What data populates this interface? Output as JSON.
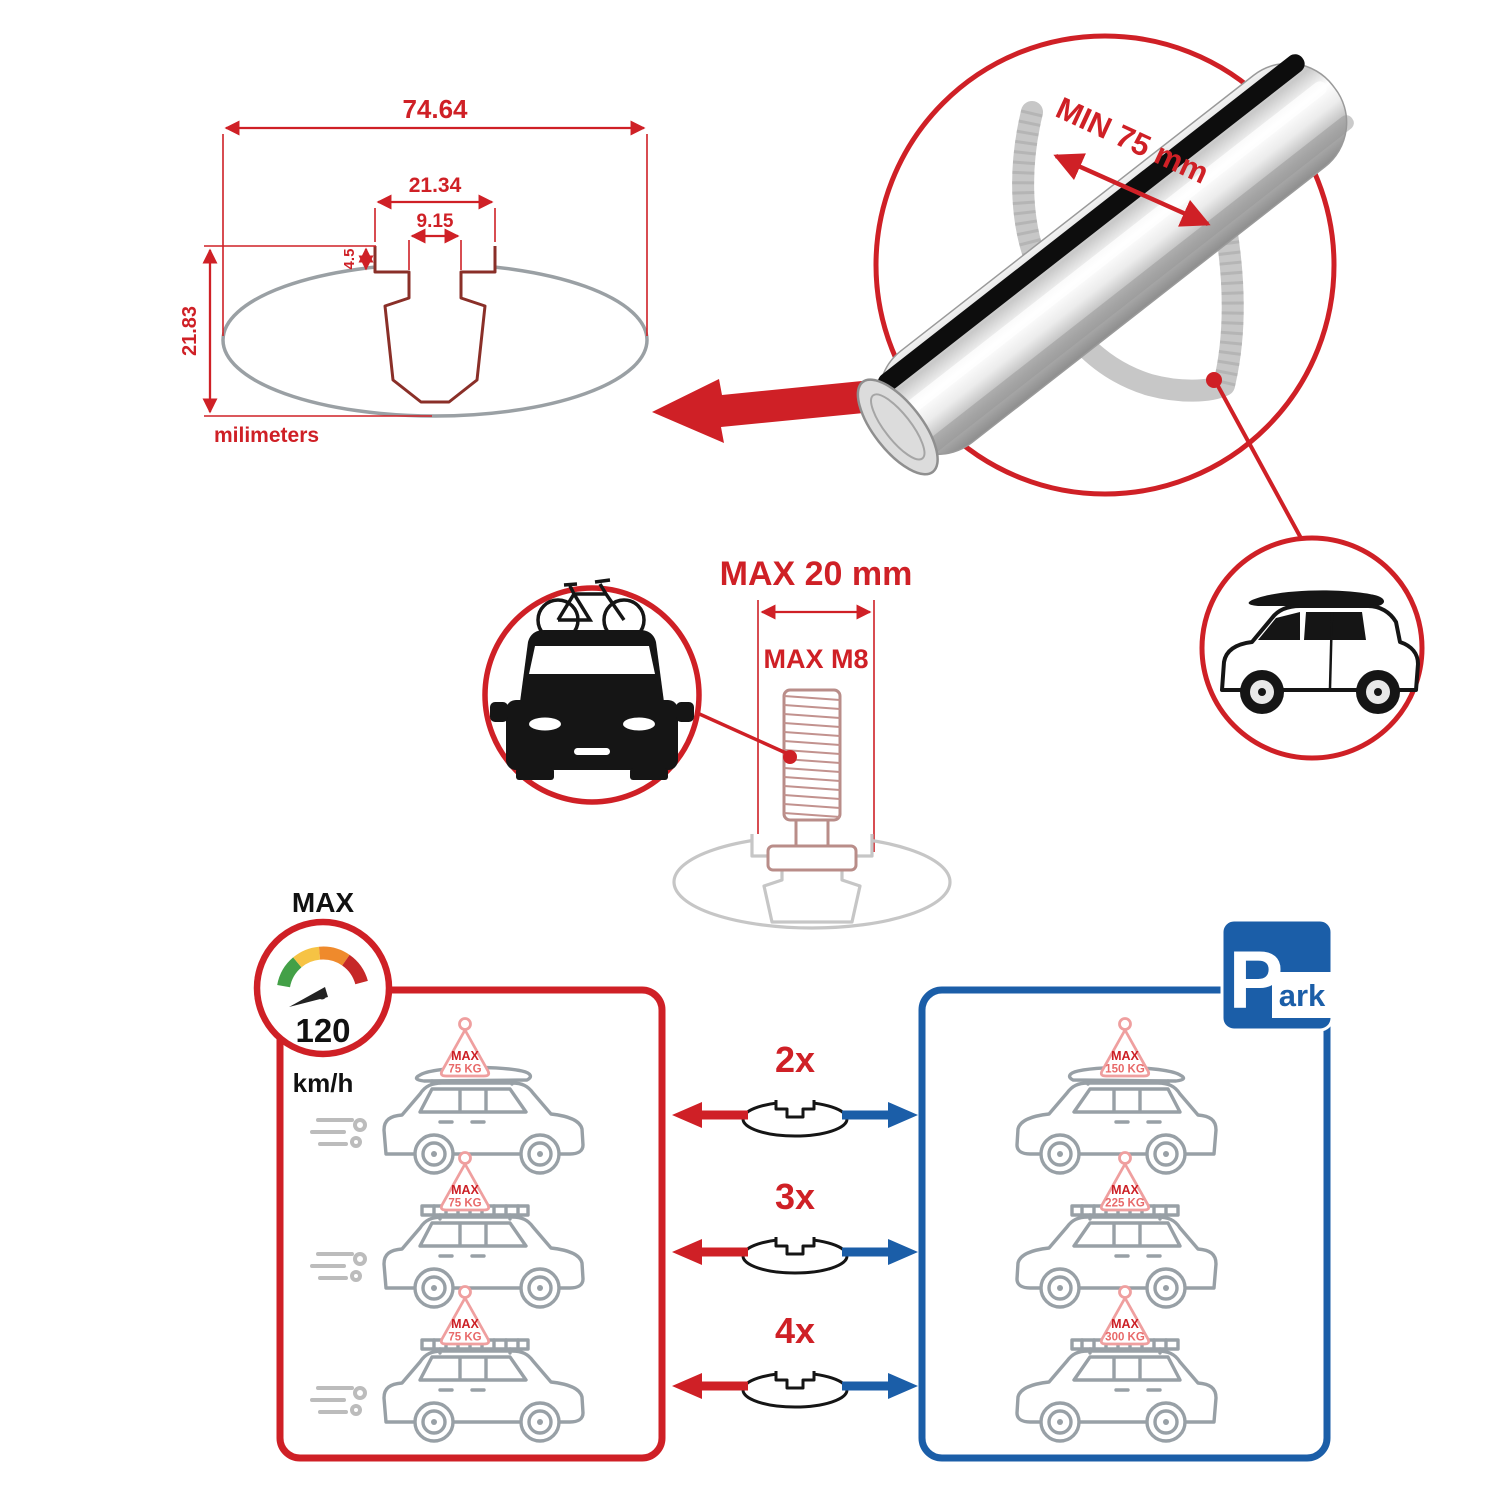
{
  "colors": {
    "red": "#cf2026",
    "blue": "#1b5ea8",
    "gray": "#98a0a6",
    "black": "#151515"
  },
  "dims": {
    "total_width": "74.64",
    "slot_outer": "21.34",
    "slot_inner": "9.15",
    "lip_depth": "4.5",
    "total_height": "21.83",
    "units": "milimeters"
  },
  "bar": {
    "min_span": "MIN 75 mm"
  },
  "bolt": {
    "max_width": "MAX 20 mm",
    "max_thread": "MAX M8"
  },
  "speed": {
    "label": "MAX",
    "value": "120",
    "units": "km/h"
  },
  "park": {
    "p": "P",
    "ark": "ark"
  },
  "rows": [
    {
      "qty": "2x",
      "drive_max": "MAX",
      "drive_kg": "75 KG",
      "park_max": "MAX",
      "park_kg": "150 KG"
    },
    {
      "qty": "3x",
      "drive_max": "MAX",
      "drive_kg": "75 KG",
      "park_max": "MAX",
      "park_kg": "225 KG"
    },
    {
      "qty": "4x",
      "drive_max": "MAX",
      "drive_kg": "75 KG",
      "park_max": "MAX",
      "park_kg": "300 KG"
    }
  ]
}
